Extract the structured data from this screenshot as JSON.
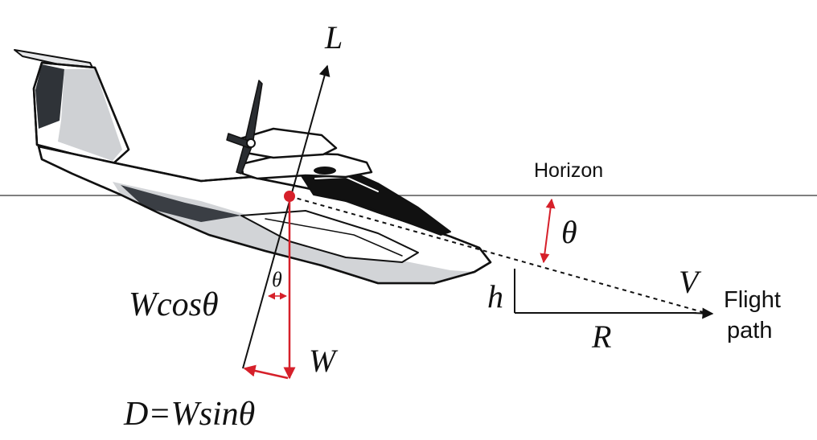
{
  "labels": {
    "lift": "L",
    "horizon": "Horizon",
    "theta_glide": "θ",
    "theta_small": "θ",
    "wcos": "Wcosθ",
    "weight": "W",
    "drag_eq": "D=Wsinθ",
    "height": "h",
    "range": "R",
    "velocity": "V",
    "flight_path_line1": "Flight",
    "flight_path_line2": "path"
  },
  "colors": {
    "ink": "#111111",
    "accent_red": "#d6202a",
    "horizon_line": "#555555",
    "aircraft_body": "#ffffff",
    "aircraft_shade": "#c9cbce",
    "aircraft_dark": "#555a60",
    "canopy": "#111111"
  },
  "icons": {
    "aircraft": "seaplane-illustration",
    "cg": "center-of-gravity-dot"
  }
}
